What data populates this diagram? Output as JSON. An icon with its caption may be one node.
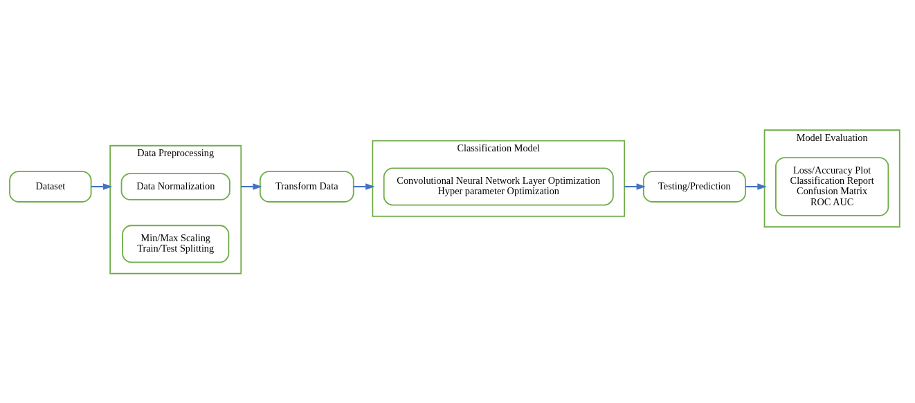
{
  "diagram": {
    "nodes": [
      {
        "text": [
          "Dataset"
        ]
      },
      {
        "text": [
          "Data Preprocessing"
        ]
      },
      {
        "text": [
          "Data Normalization"
        ],
        "in": 1
      },
      {
        "text": [
          "Min/Max Scaling",
          "Train/Test Splitting"
        ],
        "in": 1
      },
      {
        "text": [
          "Transform Data"
        ]
      },
      {
        "text": [
          "Classification Model"
        ]
      },
      {
        "text": [
          "Convolutional Neural Network Layer Optimization",
          "Hyper parameter Optimization"
        ],
        "in": 5
      },
      {
        "text": [
          "Testing/Prediction"
        ]
      },
      {
        "text": [
          "Model Evaluation"
        ]
      },
      {
        "text": [
          "Loss/Accuracy Plot",
          "Classification Report",
          "Confusion Matrix",
          "ROC AUC"
        ],
        "in": 8
      }
    ],
    "edges": [
      {
        "from": 0,
        "to": 1,
        "arrow": "to"
      },
      {
        "from": 1,
        "to": 4,
        "arrow": "to"
      },
      {
        "from": 4,
        "to": 5,
        "arrow": "to"
      },
      {
        "from": 5,
        "to": 7,
        "arrow": "to"
      },
      {
        "from": 7,
        "to": 8,
        "arrow": "to"
      }
    ]
  }
}
